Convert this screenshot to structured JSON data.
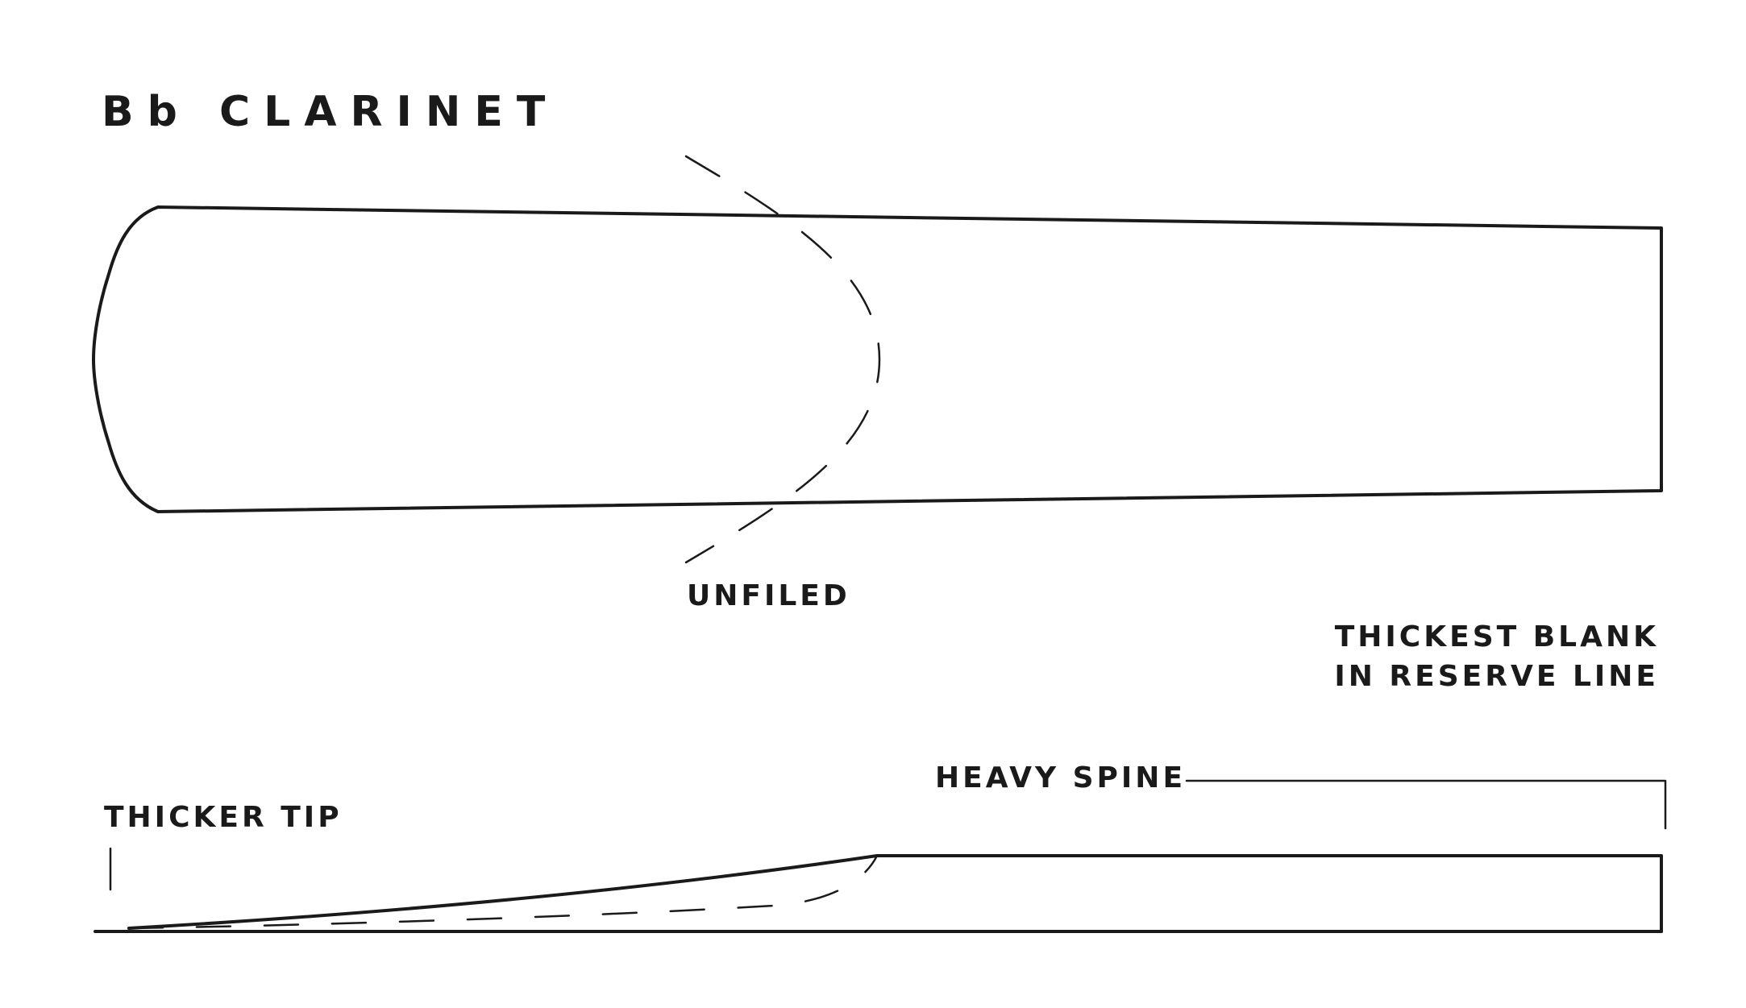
{
  "title": "Bb CLARINET",
  "labels": {
    "unfiled": "UNFILED",
    "thickest_line1": "THICKEST BLANK",
    "thickest_line2": "IN RESERVE LINE",
    "heavy_spine": "HEAVY SPINE",
    "thicker_tip": "THICKER TIP"
  },
  "colors": {
    "ink": "#1a1a1a",
    "background": "#ffffff"
  }
}
